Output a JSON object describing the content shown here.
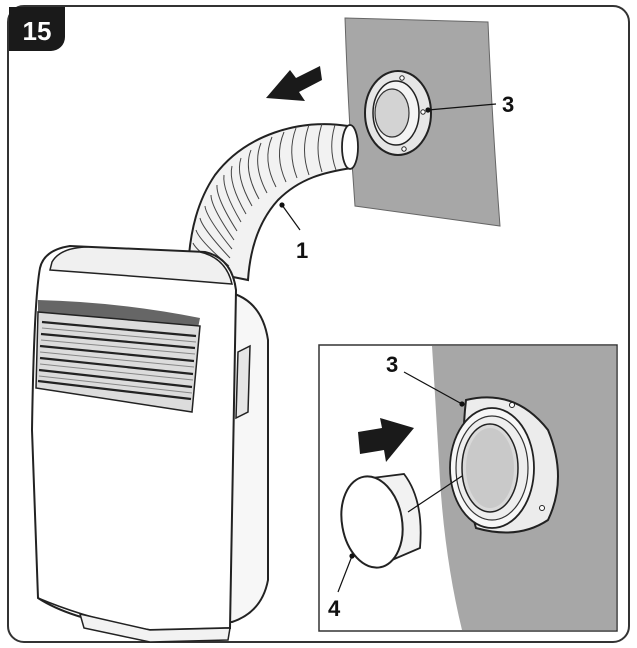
{
  "figure": {
    "step_number": "15",
    "callouts": {
      "hose": "1",
      "wall_flange_top": "3",
      "wall_flange_inset": "3",
      "cap": "4"
    }
  }
}
